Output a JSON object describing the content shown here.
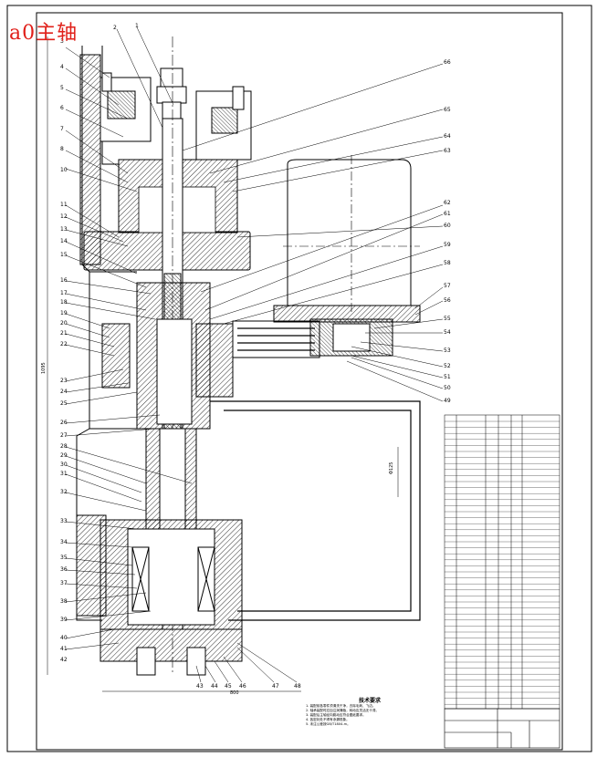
{
  "drawing_title": "a0主轴",
  "notes_title": "技术要求",
  "notes": [
    "1. 装配前各零件须清洗干净，去除毛刺、飞边。",
    "2. 轴承装配时应加注润滑脂，转动应灵活无卡滞。",
    "3. 装配后主轴径向跳动应符合图纸要求。",
    "4. 各密封处不得有渗漏现象。",
    "5. 未注公差按GB/T1804-m。"
  ],
  "left_callouts": [
    "1",
    "2",
    "3",
    "4",
    "5",
    "6",
    "7",
    "8",
    "10",
    "11",
    "12",
    "13",
    "14",
    "15",
    "16",
    "17",
    "18",
    "19",
    "20",
    "21",
    "22",
    "23",
    "24",
    "25",
    "26",
    "27",
    "28",
    "29",
    "30",
    "31",
    "32",
    "33",
    "34",
    "35",
    "36",
    "37",
    "38",
    "39",
    "40",
    "41",
    "42"
  ],
  "bottom_callouts": [
    "43",
    "44",
    "45",
    "46",
    "47",
    "48"
  ],
  "right_callouts": [
    "66",
    "65",
    "64",
    "63",
    "62",
    "61",
    "60",
    "59",
    "58",
    "57",
    "56",
    "55",
    "54",
    "53",
    "52",
    "51",
    "50",
    "49"
  ],
  "dim_vertical": "1095",
  "dim_bottom": "800",
  "dim_right": "Φ125"
}
